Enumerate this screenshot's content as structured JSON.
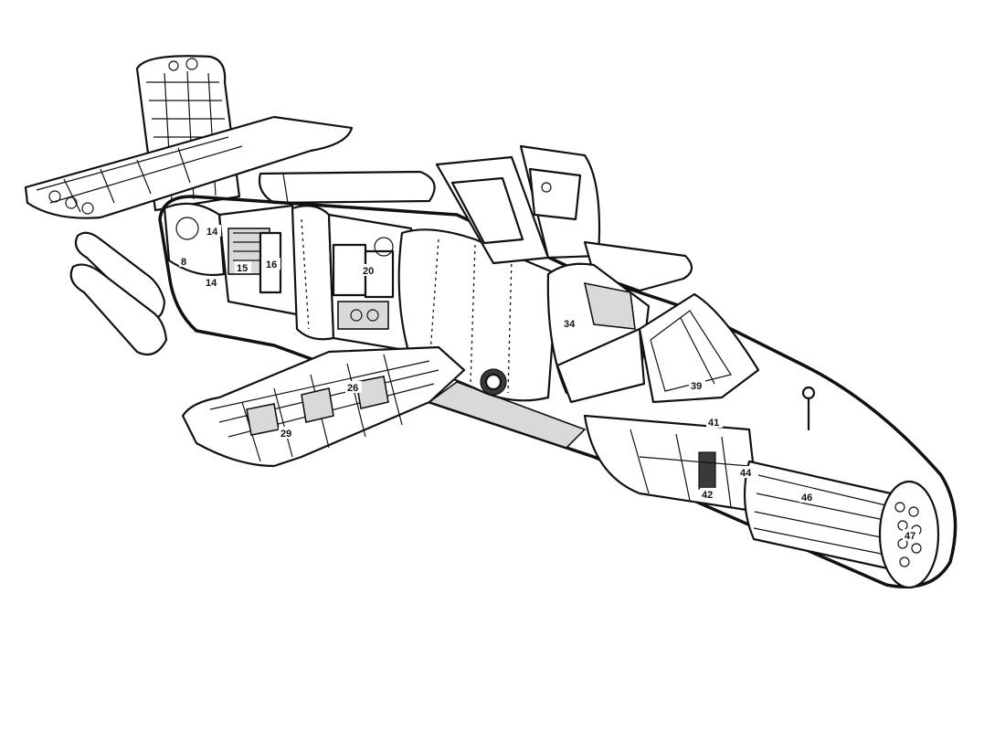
{
  "callouts": [
    {
      "id": "c14a",
      "text": "14"
    },
    {
      "id": "c8",
      "text": "8"
    },
    {
      "id": "c14b",
      "text": "14"
    },
    {
      "id": "c15",
      "text": "15"
    },
    {
      "id": "c16",
      "text": "16"
    },
    {
      "id": "c20",
      "text": "20"
    },
    {
      "id": "c34",
      "text": "34"
    },
    {
      "id": "c26",
      "text": "26"
    },
    {
      "id": "c29",
      "text": "29"
    },
    {
      "id": "c39",
      "text": "39"
    },
    {
      "id": "c41",
      "text": "41"
    },
    {
      "id": "c44",
      "text": "44"
    },
    {
      "id": "c42",
      "text": "42"
    },
    {
      "id": "c46",
      "text": "46"
    },
    {
      "id": "c47",
      "text": "47"
    }
  ]
}
